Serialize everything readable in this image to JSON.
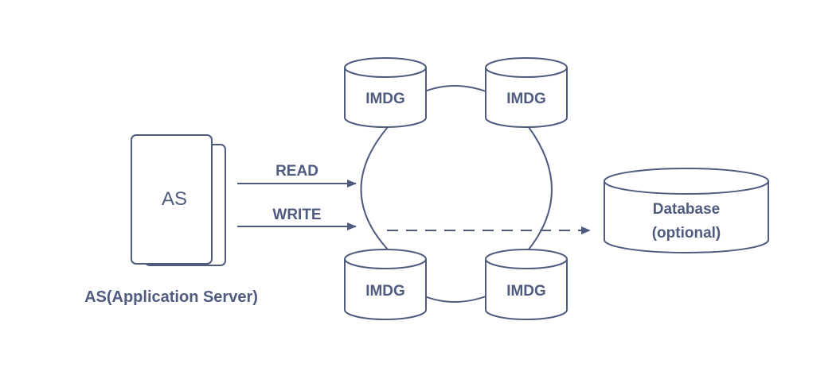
{
  "colors": {
    "stroke": "#4f5b7f",
    "text": "#4f5b7f",
    "background": "#ffffff"
  },
  "app_server": {
    "box_label": "AS",
    "caption": "AS(Application Server)"
  },
  "arrows": {
    "read_label": "READ",
    "write_label": "WRITE"
  },
  "grid_nodes": [
    {
      "label": "IMDG"
    },
    {
      "label": "IMDG"
    },
    {
      "label": "IMDG"
    },
    {
      "label": "IMDG"
    }
  ],
  "database": {
    "line1": "Database",
    "line2": "(optional)"
  }
}
